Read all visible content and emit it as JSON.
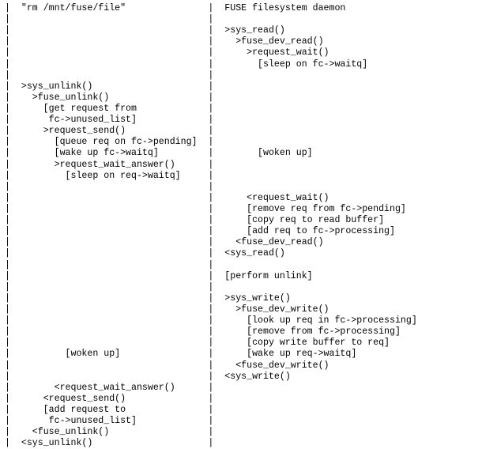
{
  "diagram": {
    "lines": [
      "|  \"rm /mnt/fuse/file\"               |  FUSE filesystem daemon",
      "|                                    |",
      "|                                    |  >sys_read()",
      "|                                    |    >fuse_dev_read()",
      "|                                    |      >request_wait()",
      "|                                    |        [sleep on fc->waitq]",
      "|                                    |",
      "|  >sys_unlink()                     |",
      "|    >fuse_unlink()                  |",
      "|      [get request from             |",
      "|       fc->unused_list]             |",
      "|      >request_send()               |",
      "|        [queue req on fc->pending]  |",
      "|        [wake up fc->waitq]         |        [woken up]",
      "|        >request_wait_answer()      |",
      "|          [sleep on req->waitq]     |",
      "|                                    |",
      "|                                    |      <request_wait()",
      "|                                    |      [remove req from fc->pending]",
      "|                                    |      [copy req to read buffer]",
      "|                                    |      [add req to fc->processing]",
      "|                                    |    <fuse_dev_read()",
      "|                                    |  <sys_read()",
      "|                                    |",
      "|                                    |  [perform unlink]",
      "|                                    |",
      "|                                    |  >sys_write()",
      "|                                    |    >fuse_dev_write()",
      "|                                    |      [look up req in fc->processing]",
      "|                                    |      [remove from fc->processing]",
      "|                                    |      [copy write buffer to req]",
      "|          [woken up]                |      [wake up req->waitq]",
      "|                                    |    <fuse_dev_write()",
      "|                                    |  <sys_write()",
      "|        <request_wait_answer()      |",
      "|      <request_send()               |",
      "|      [add request to               |",
      "|       fc->unused_list]             |",
      "|    <fuse_unlink()                  |",
      "|  <sys_unlink()                     |"
    ]
  }
}
